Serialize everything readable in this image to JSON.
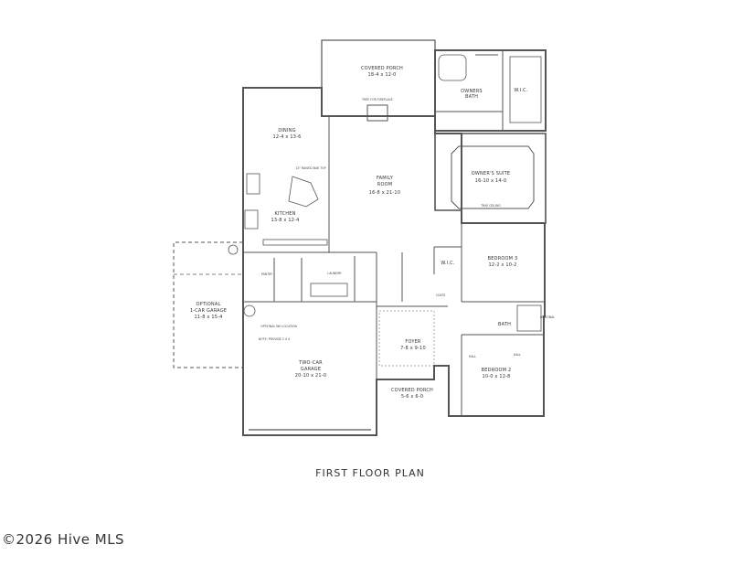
{
  "plan_title": "FIRST FLOOR PLAN",
  "watermark": "©2026 Hive MLS",
  "rooms": {
    "covered_porch_rear": {
      "name": "COVERED PORCH",
      "dims": "18-4 x 12-0"
    },
    "dining": {
      "name": "DINING",
      "dims": "12-4 x 13-6"
    },
    "family_room": {
      "name_line1": "FAMILY",
      "name_line2": "ROOM",
      "dims": "16-8 x 21-10"
    },
    "kitchen": {
      "name": "KITCHEN",
      "dims": "13-8 x 12-4"
    },
    "owners_bath": {
      "name_line1": "OWNERS",
      "name_line2": "BATH"
    },
    "wic_owner": {
      "name": "W.I.C."
    },
    "owners_suite": {
      "name": "OWNER'S SUITE",
      "dims": "16-10 x 14-0"
    },
    "bedroom_3": {
      "name": "BEDROOM 3",
      "dims": "12-2 x 10-2"
    },
    "wic_bed3": {
      "name": "W.I.C."
    },
    "bath": {
      "name": "BATH"
    },
    "bedroom_2": {
      "name": "BEDROOM 2",
      "dims": "10-0 x 12-8"
    },
    "foyer": {
      "name": "FOYER",
      "dims": "7-8 x 9-10"
    },
    "covered_porch_front": {
      "name": "COVERED PORCH",
      "dims": "5-6 x 6-0"
    },
    "garage": {
      "name_line1": "TWO-CAR",
      "name_line2": "GARAGE",
      "dims": "20-10 x 21-0"
    },
    "optional_garage": {
      "name_line1": "OPTIONAL",
      "name_line2": "1-CAR GARAGE",
      "dims": "11-8 x 15-4"
    },
    "pantry": {
      "name": "PANTRY"
    },
    "laundry": {
      "name": "LAUNDRY"
    },
    "coats": {
      "name": "COATS"
    }
  },
  "notes": {
    "fireplace": "TREE FOR FIREPLACE",
    "raised_bar": "12\" RAISED BAR TOP",
    "tray_ceiling": "TRAY CEILING",
    "optional_water_heater": "OPTIONAL WH LOCATION",
    "garage_note": "NOTE: PROVIDE 2 X 4",
    "optional_wall": "OPTIONAL",
    "hall": "HALL",
    "hall2": "HALL",
    "tub": "TUB"
  }
}
